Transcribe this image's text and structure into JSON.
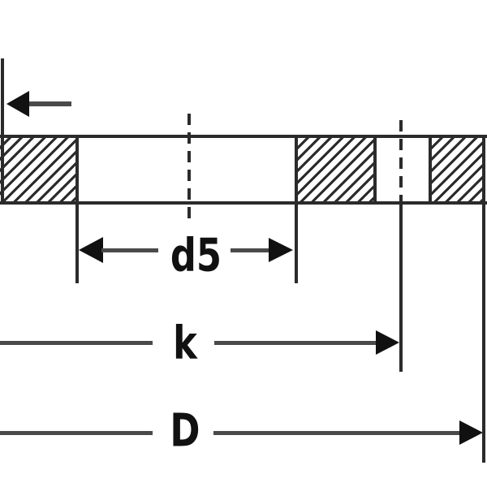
{
  "drawing": {
    "dimension_labels": {
      "inner_diameter": "d5",
      "bolt_circle_diameter": "k",
      "outer_diameter": "D"
    }
  },
  "colors": {
    "background": "#ffffff",
    "line": "#2b2b2b",
    "dim-line": "#4a4a4a",
    "ink": "#111111"
  }
}
